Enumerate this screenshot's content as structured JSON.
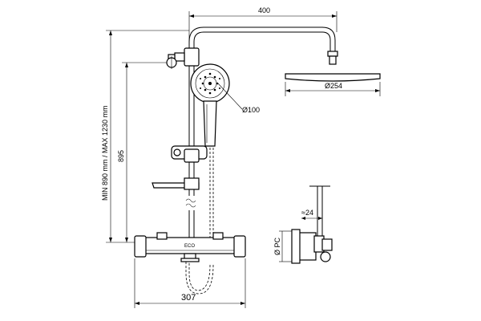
{
  "dimensions": {
    "top_width": "400",
    "head_diameter": "Ø254",
    "hand_diameter": "Ø100",
    "height_range": "MIN 890 mm / MAX 1230 mm",
    "bar_height": "895",
    "bottom_width": "307",
    "side_offset": "≈24",
    "side_pipe": "Ø PC"
  },
  "label_on_mixer": "ECO"
}
